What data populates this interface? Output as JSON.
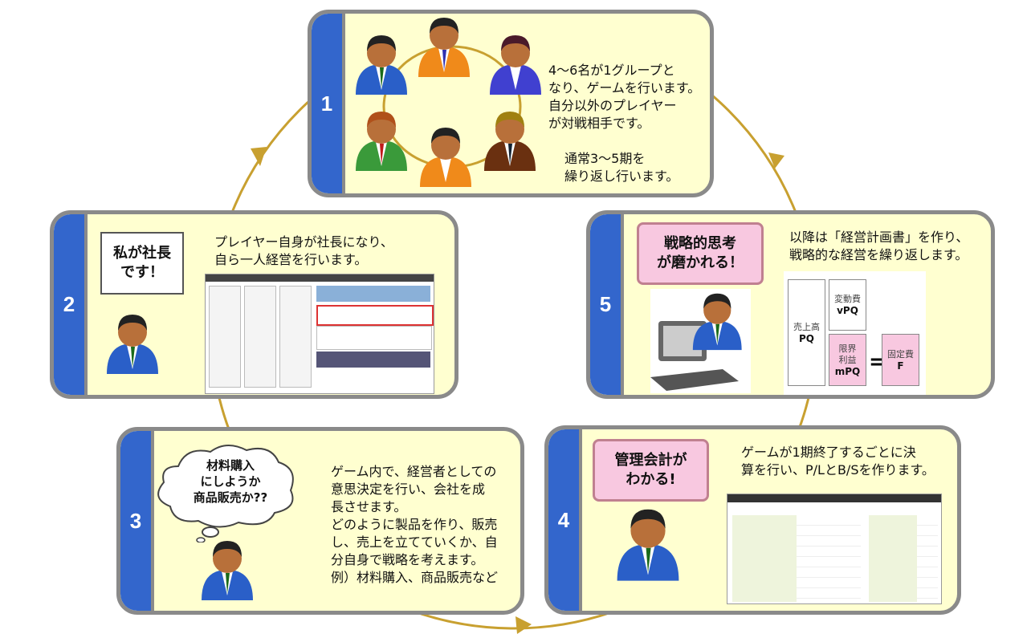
{
  "colors": {
    "card_bg": "#ffffd0",
    "tab": "#3366cc",
    "border": "#8a8a8a",
    "arrow": "#c8a030",
    "pink": "#f8c8e0"
  },
  "steps": [
    {
      "number": "1",
      "text": "4〜6名が1グループと\nなり、ゲームを行います。\n自分以外のプレイヤー\nが対戦相手です。",
      "text2": "通常3〜5期を\n繰り返し行います。"
    },
    {
      "number": "2",
      "bubble": "私が社長\nです！",
      "text": "プレイヤー自身が社長になり、\n自ら一人経営を行います。"
    },
    {
      "number": "3",
      "bubble": "材料購入\nにしようか\n商品販売か??",
      "text": "ゲーム内で、経営者としての\n意思決定を行い、会社を成\n長させます。\nどのように製品を作り、販売\nし、売上を立てていくか、自\n分自身で戦略を考えます。\n例）材料購入、商品販売など"
    },
    {
      "number": "4",
      "bubble": "管理会計が\nわかる!",
      "text": "ゲームが1期終了するごとに決\n算を行い、P/LとB/Sを作ります。"
    },
    {
      "number": "5",
      "bubble": "戦略的思考\nが磨かれる！",
      "text": "以降は「経営計画書」を作り、\n戦略的な経営を繰り返します。"
    }
  ],
  "cvp": {
    "sales_label": "売上高",
    "sales": "PQ",
    "variable_label": "変動費",
    "variable": "vPQ",
    "margin_label": "限界\n利益",
    "margin": "mPQ",
    "equals": "=",
    "fixed_label": "固定費",
    "fixed": "F"
  }
}
